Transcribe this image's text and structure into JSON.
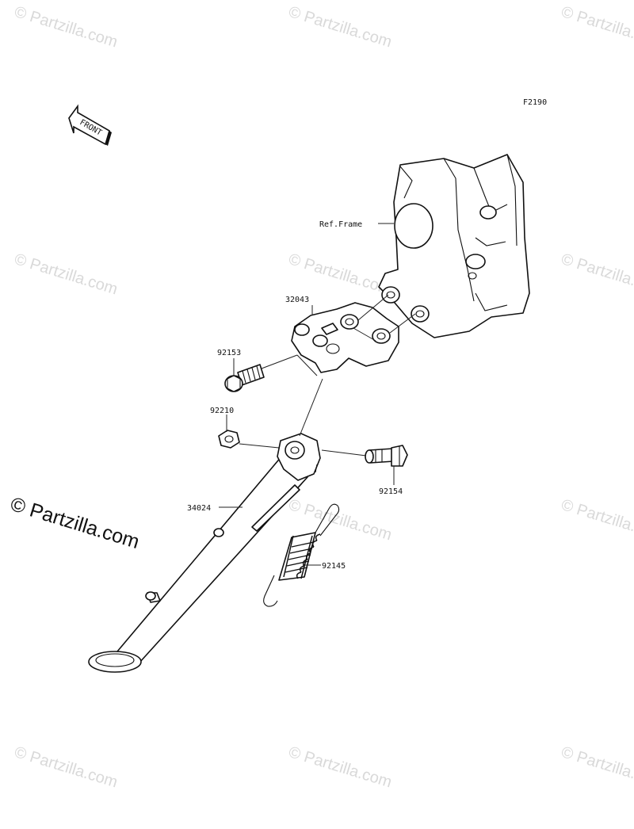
{
  "diagram_code": "F2190",
  "front_arrow_label": "FRONT",
  "copyright": "© Partzilla.com",
  "watermark": "© Partzilla.com",
  "parts": {
    "ref_frame": "Ref.Frame",
    "bracket": "32043",
    "bolt": "92153",
    "nut": "92210",
    "side_stand": "34024",
    "stand_bolt": "92154",
    "spring": "92145"
  }
}
